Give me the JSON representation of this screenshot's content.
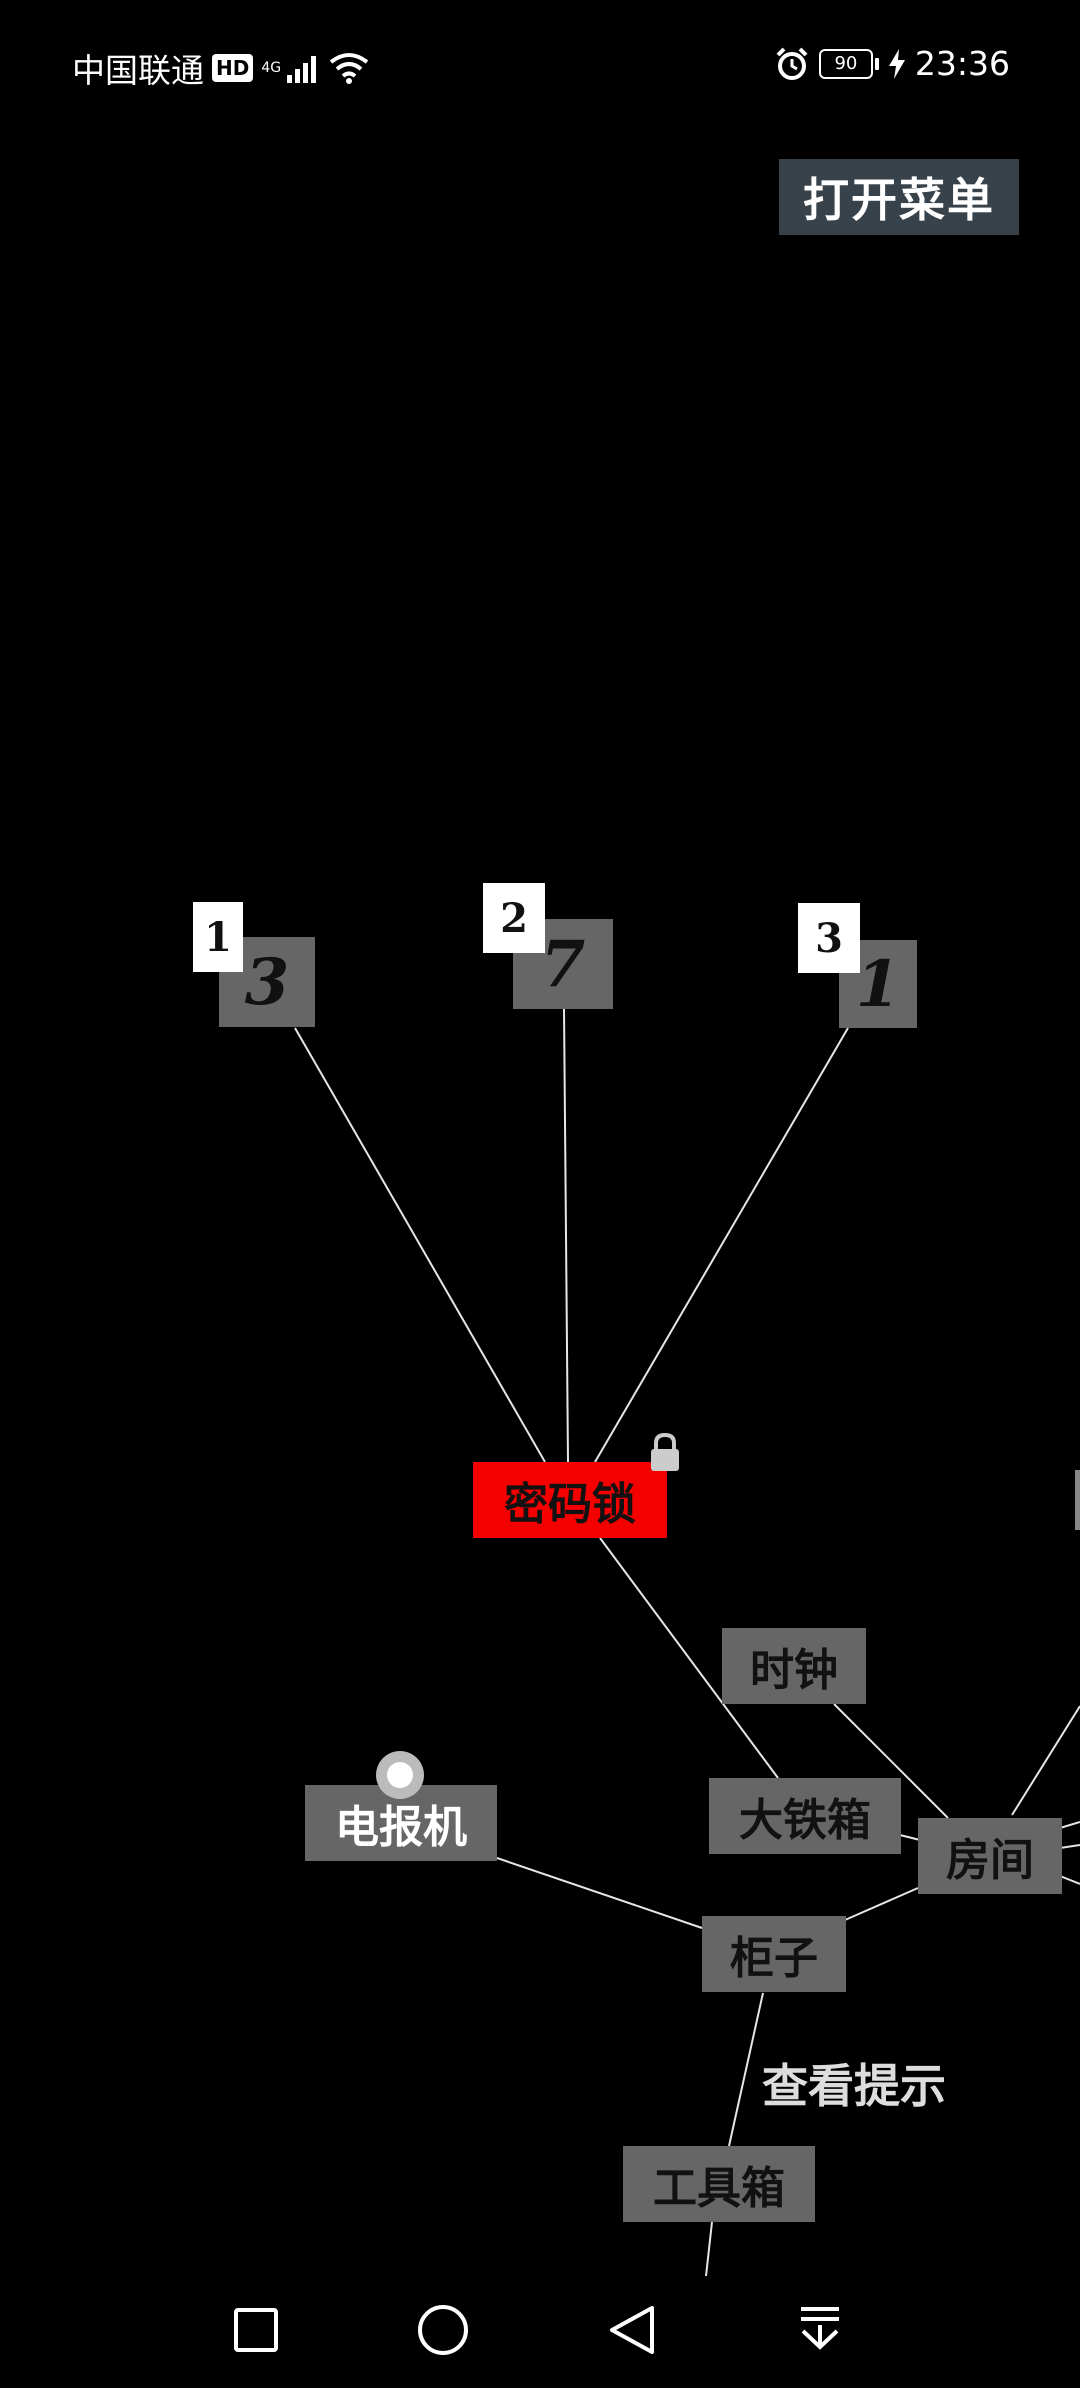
{
  "status_bar": {
    "carrier": "中国联通",
    "hd": "HD",
    "network": "4G",
    "battery": "90",
    "time": "23:36"
  },
  "menu": {
    "open_label": "打开菜单"
  },
  "digits": [
    {
      "index": "1",
      "value": "3"
    },
    {
      "index": "2",
      "value": "7"
    },
    {
      "index": "3",
      "value": "1"
    }
  ],
  "nodes": {
    "lock": "密码锁",
    "clock": "时钟",
    "big_chest": "大铁箱",
    "room": "房间",
    "telegraph": "电报机",
    "cabinet": "柜子",
    "toolbox": "工具箱"
  },
  "hint": {
    "label": "查看提示"
  },
  "icons": {
    "lock": "lock-icon",
    "nav_recent": "square-icon",
    "nav_home": "circle-icon",
    "nav_back": "triangle-back-icon",
    "nav_menu": "pull-down-icon"
  }
}
